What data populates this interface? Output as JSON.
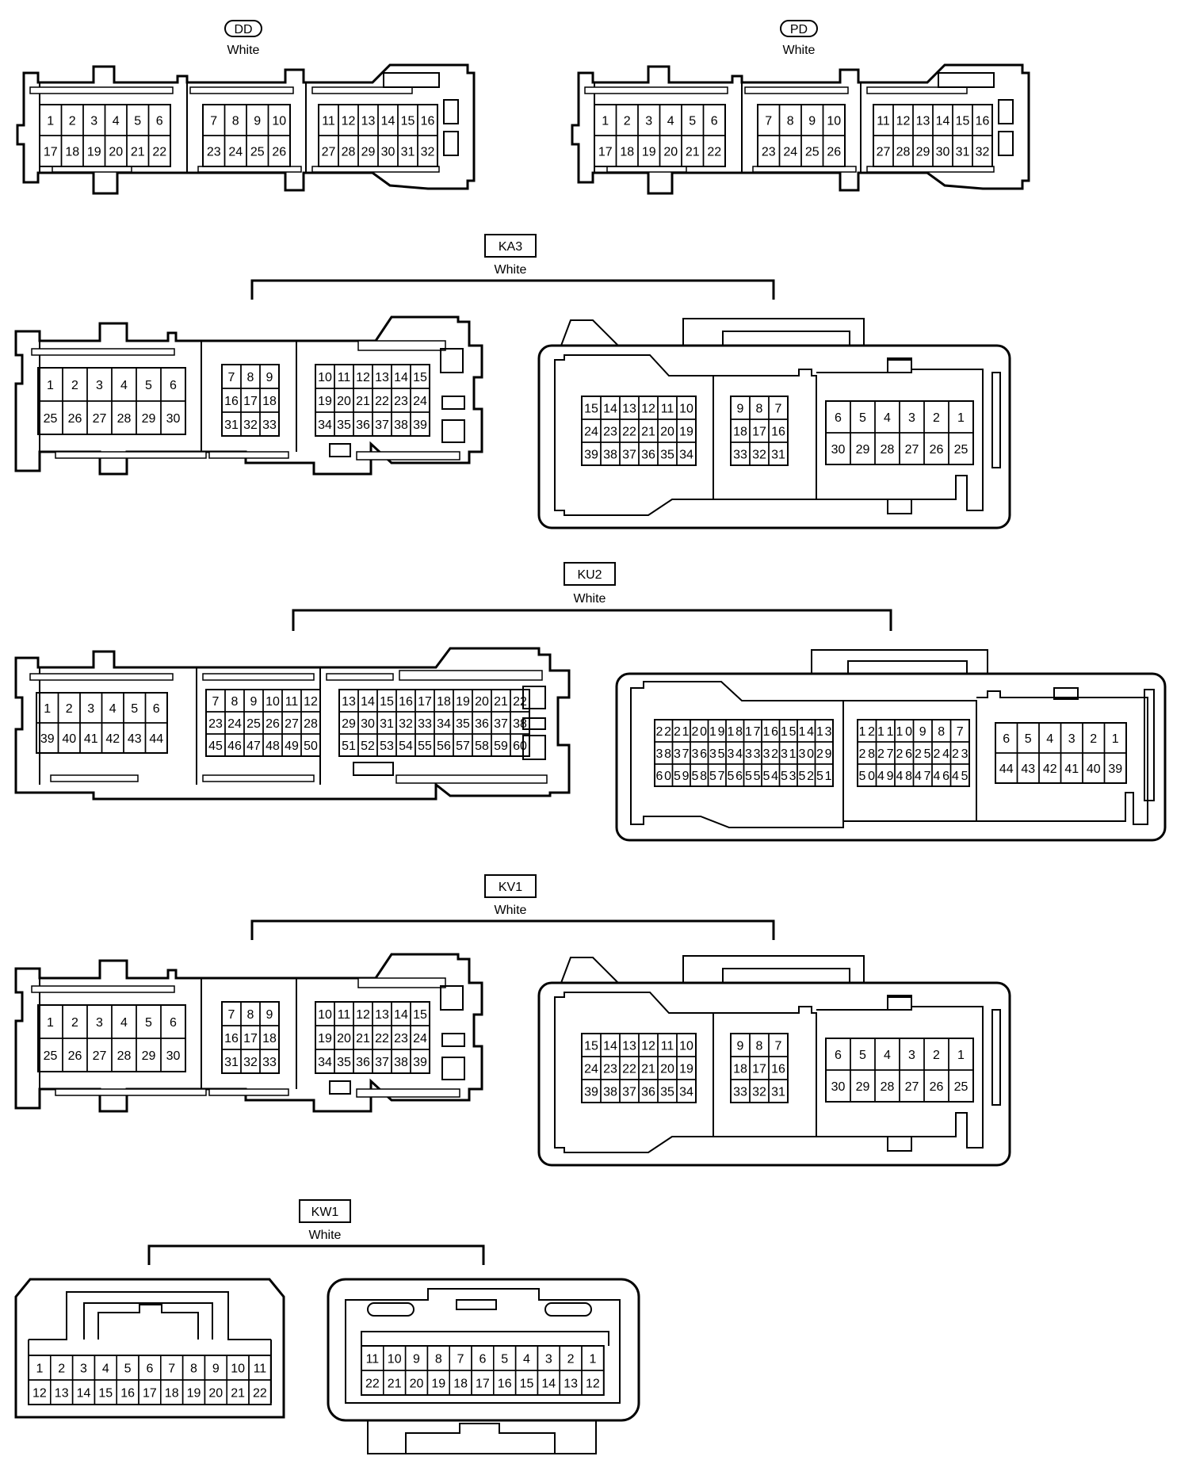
{
  "connectors": [
    {
      "id": "DD",
      "label": "DD",
      "color": "White",
      "label_style": "oval"
    },
    {
      "id": "PD",
      "label": "PD",
      "color": "White",
      "label_style": "oval"
    },
    {
      "id": "KA3",
      "label": "KA3",
      "color": "White",
      "label_style": "box"
    },
    {
      "id": "KU2",
      "label": "KU2",
      "color": "White",
      "label_style": "box"
    },
    {
      "id": "KV1",
      "label": "KV1",
      "color": "White",
      "label_style": "box"
    },
    {
      "id": "KW1",
      "label": "KW1",
      "color": "White",
      "label_style": "box"
    }
  ],
  "pins": {
    "dd_a": [
      [
        "1",
        "2",
        "3",
        "4",
        "5",
        "6"
      ],
      [
        "17",
        "18",
        "19",
        "20",
        "21",
        "22"
      ]
    ],
    "dd_b": [
      [
        "7",
        "8",
        "9",
        "10"
      ],
      [
        "23",
        "24",
        "25",
        "26"
      ]
    ],
    "dd_c": [
      [
        "11",
        "12",
        "13",
        "14",
        "15",
        "16"
      ],
      [
        "27",
        "28",
        "29",
        "30",
        "31",
        "32"
      ]
    ],
    "ka_a": [
      [
        "1",
        "2",
        "3",
        "4",
        "5",
        "6"
      ],
      [
        "25",
        "26",
        "27",
        "28",
        "29",
        "30"
      ]
    ],
    "ka_b": [
      [
        "7",
        "8",
        "9"
      ],
      [
        "16",
        "17",
        "18"
      ],
      [
        "31",
        "32",
        "33"
      ]
    ],
    "ka_c": [
      [
        "10",
        "11",
        "12",
        "13",
        "14",
        "15"
      ],
      [
        "19",
        "20",
        "21",
        "22",
        "23",
        "24"
      ],
      [
        "34",
        "35",
        "36",
        "37",
        "38",
        "39"
      ]
    ],
    "kb_a": [
      [
        "15",
        "14",
        "13",
        "12",
        "11",
        "10"
      ],
      [
        "24",
        "23",
        "22",
        "21",
        "20",
        "19"
      ],
      [
        "39",
        "38",
        "37",
        "36",
        "35",
        "34"
      ]
    ],
    "kb_b": [
      [
        "9",
        "8",
        "7"
      ],
      [
        "18",
        "17",
        "16"
      ],
      [
        "33",
        "32",
        "31"
      ]
    ],
    "kb_c": [
      [
        "6",
        "5",
        "4",
        "3",
        "2",
        "1"
      ],
      [
        "30",
        "29",
        "28",
        "27",
        "26",
        "25"
      ]
    ],
    "ku_a": [
      [
        "1",
        "2",
        "3",
        "4",
        "5",
        "6"
      ],
      [
        "39",
        "40",
        "41",
        "42",
        "43",
        "44"
      ]
    ],
    "ku_b": [
      [
        "7",
        "8",
        "9",
        "10",
        "11",
        "12"
      ],
      [
        "23",
        "24",
        "25",
        "26",
        "27",
        "28"
      ],
      [
        "45",
        "46",
        "47",
        "48",
        "49",
        "50"
      ]
    ],
    "ku_c": [
      [
        "13",
        "14",
        "15",
        "16",
        "17",
        "18",
        "19",
        "20",
        "21",
        "22"
      ],
      [
        "29",
        "30",
        "31",
        "32",
        "33",
        "34",
        "35",
        "36",
        "37",
        "38"
      ],
      [
        "51",
        "52",
        "53",
        "54",
        "55",
        "56",
        "57",
        "58",
        "59",
        "60"
      ]
    ],
    "kub_a": [
      [
        "22",
        "21",
        "20",
        "19",
        "18",
        "17",
        "16",
        "15",
        "14",
        "13"
      ],
      [
        "38",
        "37",
        "36",
        "35",
        "34",
        "33",
        "32",
        "31",
        "30",
        "29"
      ],
      [
        "60",
        "59",
        "58",
        "57",
        "56",
        "55",
        "54",
        "53",
        "52",
        "51"
      ]
    ],
    "kub_b": [
      [
        "12",
        "11",
        "10",
        "9",
        "8",
        "7"
      ],
      [
        "28",
        "27",
        "26",
        "25",
        "24",
        "23"
      ],
      [
        "50",
        "49",
        "48",
        "47",
        "46",
        "45"
      ]
    ],
    "kub_c": [
      [
        "6",
        "5",
        "4",
        "3",
        "2",
        "1"
      ],
      [
        "44",
        "43",
        "42",
        "41",
        "40",
        "39"
      ]
    ],
    "kw_a": [
      [
        "1",
        "2",
        "3",
        "4",
        "5",
        "6",
        "7",
        "8",
        "9",
        "10",
        "11"
      ],
      [
        "12",
        "13",
        "14",
        "15",
        "16",
        "17",
        "18",
        "19",
        "20",
        "21",
        "22"
      ]
    ],
    "kw_b": [
      [
        "11",
        "10",
        "9",
        "8",
        "7",
        "6",
        "5",
        "4",
        "3",
        "2",
        "1"
      ],
      [
        "22",
        "21",
        "20",
        "19",
        "18",
        "17",
        "16",
        "15",
        "14",
        "13",
        "12"
      ]
    ]
  }
}
